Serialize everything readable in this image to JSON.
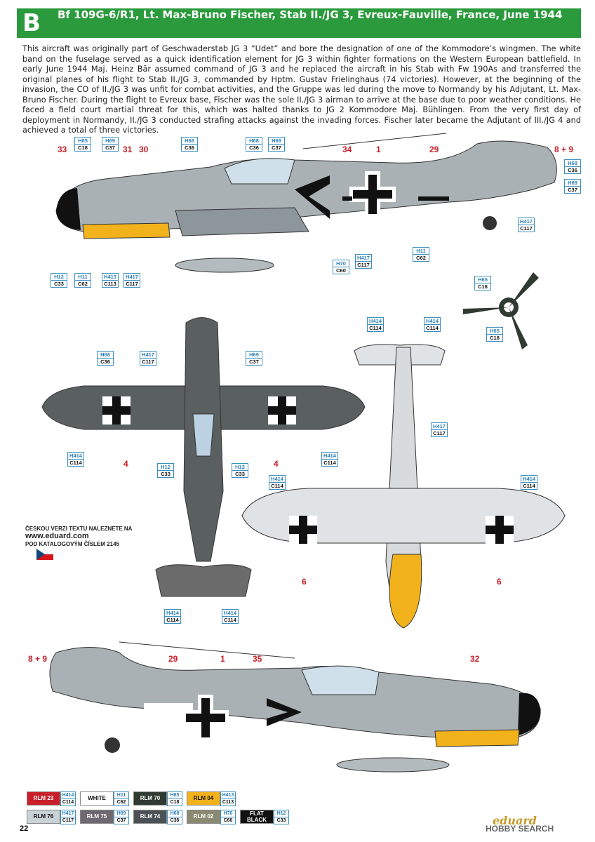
{
  "header": {
    "letter": "B",
    "title": "Bf 109G-6/R1, Lt. Max-Bruno Fischer, Stab II./JG 3, Evreux-Fauville, France, June 1944"
  },
  "description": "This aircraft was originally part of Geschwaderstab JG 3 “Udet” and bore the designation of one of the Kommodore’s wingmen. The white band on the fuselage served as a quick identification element for JG 3 within fighter formations on the Western European battlefield. In early June 1944 Maj. Heinz Bär assumed command of JG 3 and he replaced the aircraft in his Stab with Fw 190As and transferred the original planes of his flight to Stab II./JG 3, commanded by Hptm. Gustav Frielinghaus (74 victories). However, at the beginning of the invasion, the CO of II./JG 3 was unfit for combat activities, and the Gruppe was led during the move to Normandy by his Adjutant, Lt. Max-Bruno Fischer. During the flight to Evreux base, Fischer was the sole II./JG 3 airman to arrive at the base due to poor weather conditions. He faced a field court martial threat for this, which was halted thanks to JG 2 Kommodore Maj. Bühlingen. From the very first day of deployment in Normandy, II./JG 3 conducted strafing attacks against the invading forces. Fischer later became the Adjutant of III./JG 4 and achieved a total of three victories.",
  "paint_codes": [
    {
      "h": "H65",
      "c": "C18"
    },
    {
      "h": "H69",
      "c": "C37"
    },
    {
      "h": "H68",
      "c": "C36"
    },
    {
      "h": "H68",
      "c": "C36"
    },
    {
      "h": "H69",
      "c": "C37"
    },
    {
      "h": "H68",
      "c": "C36"
    },
    {
      "h": "H69",
      "c": "C37"
    },
    {
      "h": "H417",
      "c": "C117"
    },
    {
      "h": "H11",
      "c": "C62"
    },
    {
      "h": "H417",
      "c": "C117"
    },
    {
      "h": "H70",
      "c": "C60"
    },
    {
      "h": "H12",
      "c": "C33"
    },
    {
      "h": "H11",
      "c": "C62"
    },
    {
      "h": "H413",
      "c": "C113"
    },
    {
      "h": "H417",
      "c": "C117"
    },
    {
      "h": "H65",
      "c": "C18"
    },
    {
      "h": "H65",
      "c": "C18"
    },
    {
      "h": "H414",
      "c": "C114"
    },
    {
      "h": "H414",
      "c": "C114"
    },
    {
      "h": "H68",
      "c": "C36"
    },
    {
      "h": "H417",
      "c": "C117"
    },
    {
      "h": "H69",
      "c": "C37"
    },
    {
      "h": "H417",
      "c": "C117"
    },
    {
      "h": "H414",
      "c": "C114"
    },
    {
      "h": "H414",
      "c": "C114"
    },
    {
      "h": "H12",
      "c": "C33"
    },
    {
      "h": "H12",
      "c": "C33"
    },
    {
      "h": "H414",
      "c": "C114"
    },
    {
      "h": "H414",
      "c": "C114"
    },
    {
      "h": "H414",
      "c": "C114"
    },
    {
      "h": "H414",
      "c": "C114"
    }
  ],
  "stencil_numbers": [
    "33",
    "31",
    "30",
    "34",
    "1",
    "29",
    "8 + 9",
    "4",
    "4",
    "6",
    "6",
    "8 + 9",
    "29",
    "1",
    "35",
    "32"
  ],
  "czech_note": {
    "line1": "ČESKOU VERZI TEXTU NALEZNETE NA",
    "url": "www.eduard.com",
    "line3": "POD KATALOGOVÝM ČÍSLEM",
    "catalog": "2145"
  },
  "legend": [
    {
      "name": "RLM 23",
      "h": "H414",
      "c": "C114",
      "bg": "#c8202a",
      "fg": "#ffffff"
    },
    {
      "name": "WHITE",
      "h": "H11",
      "c": "C62",
      "bg": "#ffffff",
      "fg": "#111111"
    },
    {
      "name": "RLM 70",
      "h": "H65",
      "c": "C18",
      "bg": "#2f3a30",
      "fg": "#ffffff"
    },
    {
      "name": "RLM 04",
      "h": "H413",
      "c": "C113",
      "bg": "#f2b21c",
      "fg": "#111111"
    },
    {
      "name": "RLM 76",
      "h": "H417",
      "c": "C117",
      "bg": "#c9d2d6",
      "fg": "#111111"
    },
    {
      "name": "RLM 75",
      "h": "H69",
      "c": "C37",
      "bg": "#6e6970",
      "fg": "#ffffff"
    },
    {
      "name": "RLM 74",
      "h": "H68",
      "c": "C36",
      "bg": "#4b5154",
      "fg": "#ffffff"
    },
    {
      "name": "RLM 02",
      "h": "H70",
      "c": "C60",
      "bg": "#8a8a72",
      "fg": "#ffffff"
    },
    {
      "name": "FLAT BLACK",
      "h": "H12",
      "c": "C33",
      "bg": "#111111",
      "fg": "#ffffff"
    }
  ],
  "footer": {
    "page_number": "22",
    "brand": "eduard",
    "watermark": "HOBBY SEARCH"
  }
}
